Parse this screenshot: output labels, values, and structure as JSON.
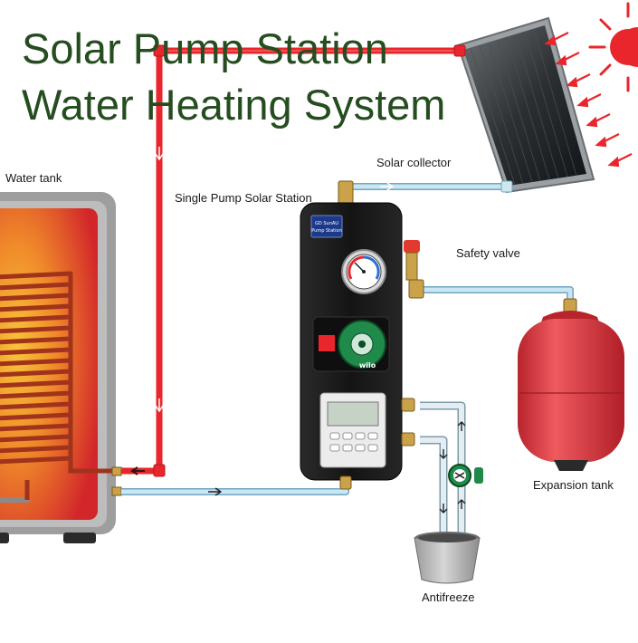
{
  "title": {
    "line1": "Solar Pump Station",
    "line2": "Water Heating System"
  },
  "labels": {
    "water_tank": "Water tank",
    "solar_collector": "Solar collector",
    "pump_station": "Single Pump Solar Station",
    "safety_valve": "Safety valve",
    "expansion_tank": "Expansion tank",
    "antifreeze": "Antifreeze"
  },
  "device_text": {
    "station_badge_line1": "GD SunAU",
    "station_badge_line2": "Pump Station",
    "pump_brand": "wilo"
  },
  "colors": {
    "title": "#254d1f",
    "hot_pipe": "#e8262c",
    "cold_pipe": "#b9dcea",
    "cold_pipe_edge": "#6fa7c2",
    "station_body": "#1a1a1a",
    "expansion_tank": "#d8303a",
    "sun": "#e8262c"
  },
  "icons": [
    "sun-icon",
    "sun-ray-arrow-icon",
    "flow-arrow-icon",
    "pressure-gauge-icon",
    "pump-icon",
    "controller-icon",
    "valve-icon"
  ]
}
